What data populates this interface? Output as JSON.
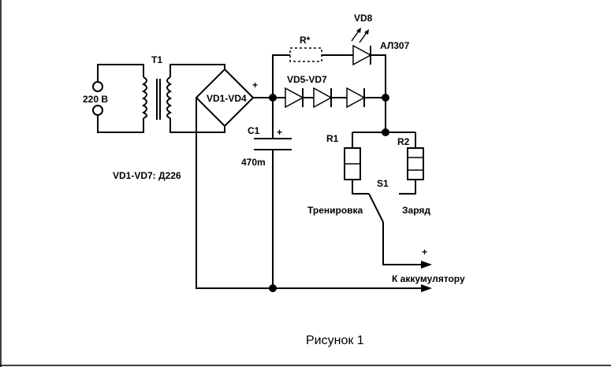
{
  "labels": {
    "mains": "220 В",
    "transformer": "T1",
    "bridge": "VD1-VD4",
    "bridge_plus": "+",
    "capacitor": "C1",
    "capacitor_plus": "+",
    "capacitor_value": "470m",
    "diodes_series": "VD5-VD7",
    "resistor_star": "R*",
    "led": "VD8",
    "led_type": "АЛ307",
    "r1": "R1",
    "r2": "R2",
    "switch": "S1",
    "training": "Тренировка",
    "charge": "Заряд",
    "battery": "К аккумулятору",
    "battery_plus": "+",
    "diode_note": "VD1-VD7: Д226",
    "figure_caption": "Рисунок 1"
  }
}
